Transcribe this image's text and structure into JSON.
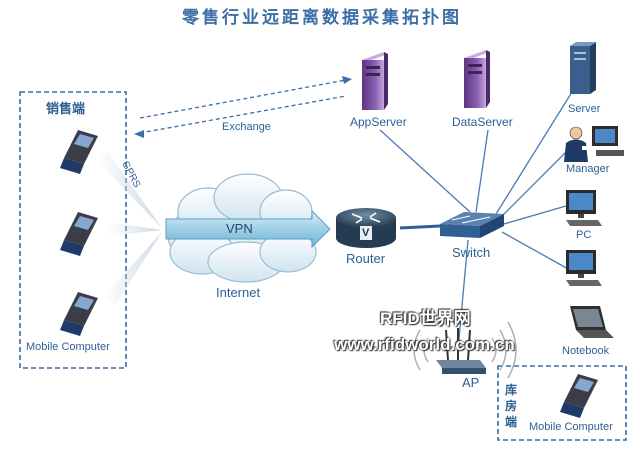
{
  "title": "零售行业远距离数据采集拓扑图",
  "sales_group": {
    "label": "销售端",
    "device_label": "Mobile Computer"
  },
  "warehouse_group": {
    "label": [
      "库",
      "房",
      "端"
    ],
    "device_label": "Mobile Computer"
  },
  "links": {
    "gprs": "GPRS",
    "exchange": "Exchange",
    "vpn": "VPN"
  },
  "nodes": {
    "internet": "Internet",
    "router": "Router",
    "router_mark": "V",
    "switch": "Switch",
    "ap": "AP",
    "app_server": "AppServer",
    "data_server": "DataServer",
    "server": "Server",
    "manager": "Manager",
    "pc": "PC",
    "notebook": "Notebook"
  },
  "watermark": {
    "line1": "RFID世界网",
    "line2": "www.rfidworld.com.cn"
  },
  "colors": {
    "label_blue": "#2f5f95",
    "title_blue": "#3a6ea5",
    "tower_purple": "#7a4fa0",
    "vpn_tube": "#9ed0e6",
    "switch_blue": "#2f5f95"
  }
}
